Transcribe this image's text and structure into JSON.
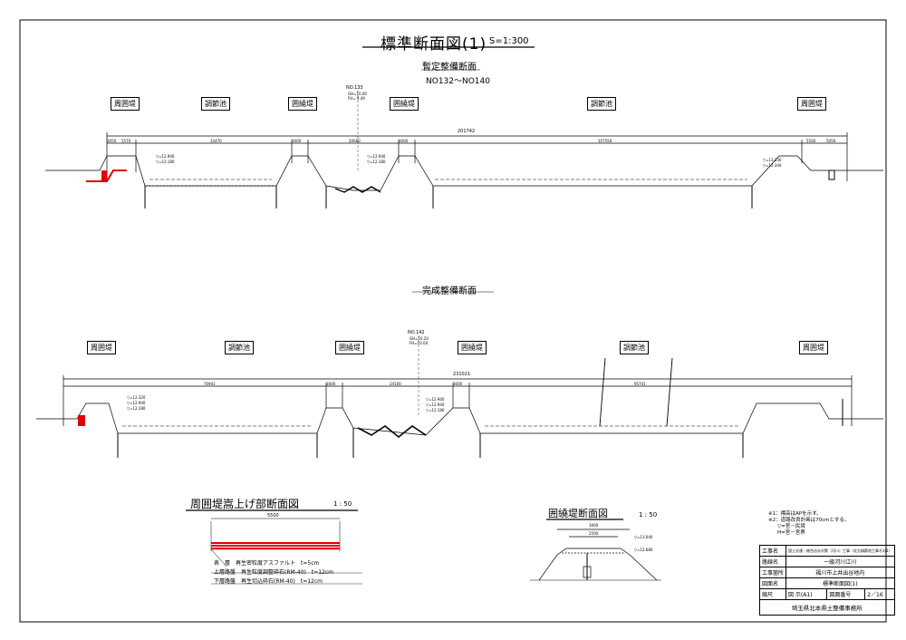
{
  "sheet_title": "標準断面図(1)",
  "sheet_scale": "S=1:300",
  "provisional": {
    "title": "暫定整備断面",
    "range": "NO132～NO140",
    "station": "NO.133",
    "station_gh": "GH=10.00",
    "station_fh": "FH= 9.49",
    "zones": [
      "周囲堤",
      "調節池",
      "囲繞堤",
      "囲繞堤",
      "調節池",
      "周囲堤"
    ],
    "total_width": "201742",
    "dims": [
      "3050",
      "5570",
      "33470",
      "3000",
      "20660",
      "3000",
      "107556",
      "5500",
      "5050"
    ],
    "wl_labels": [
      "▽=12.940",
      "▽=12.180",
      "▽=12.940",
      "▽=12.180",
      "▽=13.330",
      "▽=12.340"
    ]
  },
  "final": {
    "title": "完成整備断面",
    "station": "NO.142",
    "station_gh": "GH=10.20",
    "station_fh": "FH=10.04",
    "zones": [
      "周囲堤",
      "調節池",
      "囲繞堤",
      "囲繞堤",
      "調節池",
      "周囲堤"
    ],
    "total_width": "231021",
    "dims": [
      "70941",
      "3000",
      "24100",
      "3000",
      "95741"
    ],
    "wl_labels": [
      "▽=12.320",
      "▽=12.940",
      "▽=12.180",
      "▽=12.940",
      "▽=12.940",
      "▽=12.180"
    ]
  },
  "detail_left": {
    "title": "周囲堤嵩上げ部断面図",
    "scale": "1 : 50",
    "width": "5500",
    "layers": [
      {
        "name": "表　層",
        "spec": "再生密粒度アスファルト　t=5cm"
      },
      {
        "name": "上層路盤",
        "spec": "再生粒度調整砕石(RM-40)　t=12cm"
      },
      {
        "name": "下層路盤",
        "spec": "再生切込砕石(RM-40)　t=12cm"
      }
    ]
  },
  "detail_right": {
    "title": "囲繞堤断面図",
    "scale": "1 : 50",
    "width_top": "3000",
    "width_inner": "2500",
    "wl_labels": [
      "▽=13.040",
      "▽=12.680"
    ]
  },
  "notes": [
    "※1：標高はAPを示す。",
    "※2：道路改良計画は70cmとする。",
    "▽=官－民境",
    "H=官－官界"
  ],
  "title_block": {
    "rows": [
      {
        "k": "工事名",
        "v": "国土交通・総合治水対策（河川）工事（北方調節池工事その1）"
      },
      {
        "k": "路線名",
        "v": "一級河川江川"
      },
      {
        "k": "工事箇所",
        "v": "福川市上井出谷地内"
      },
      {
        "k": "図面名",
        "v": "標準断面図(1)"
      }
    ],
    "scale_label": "縮尺",
    "scale_value": "図 示(A1)",
    "sheet_label": "図面番号",
    "sheet_value": "2／16",
    "office": "埼玉県北本県土整備事務所"
  }
}
